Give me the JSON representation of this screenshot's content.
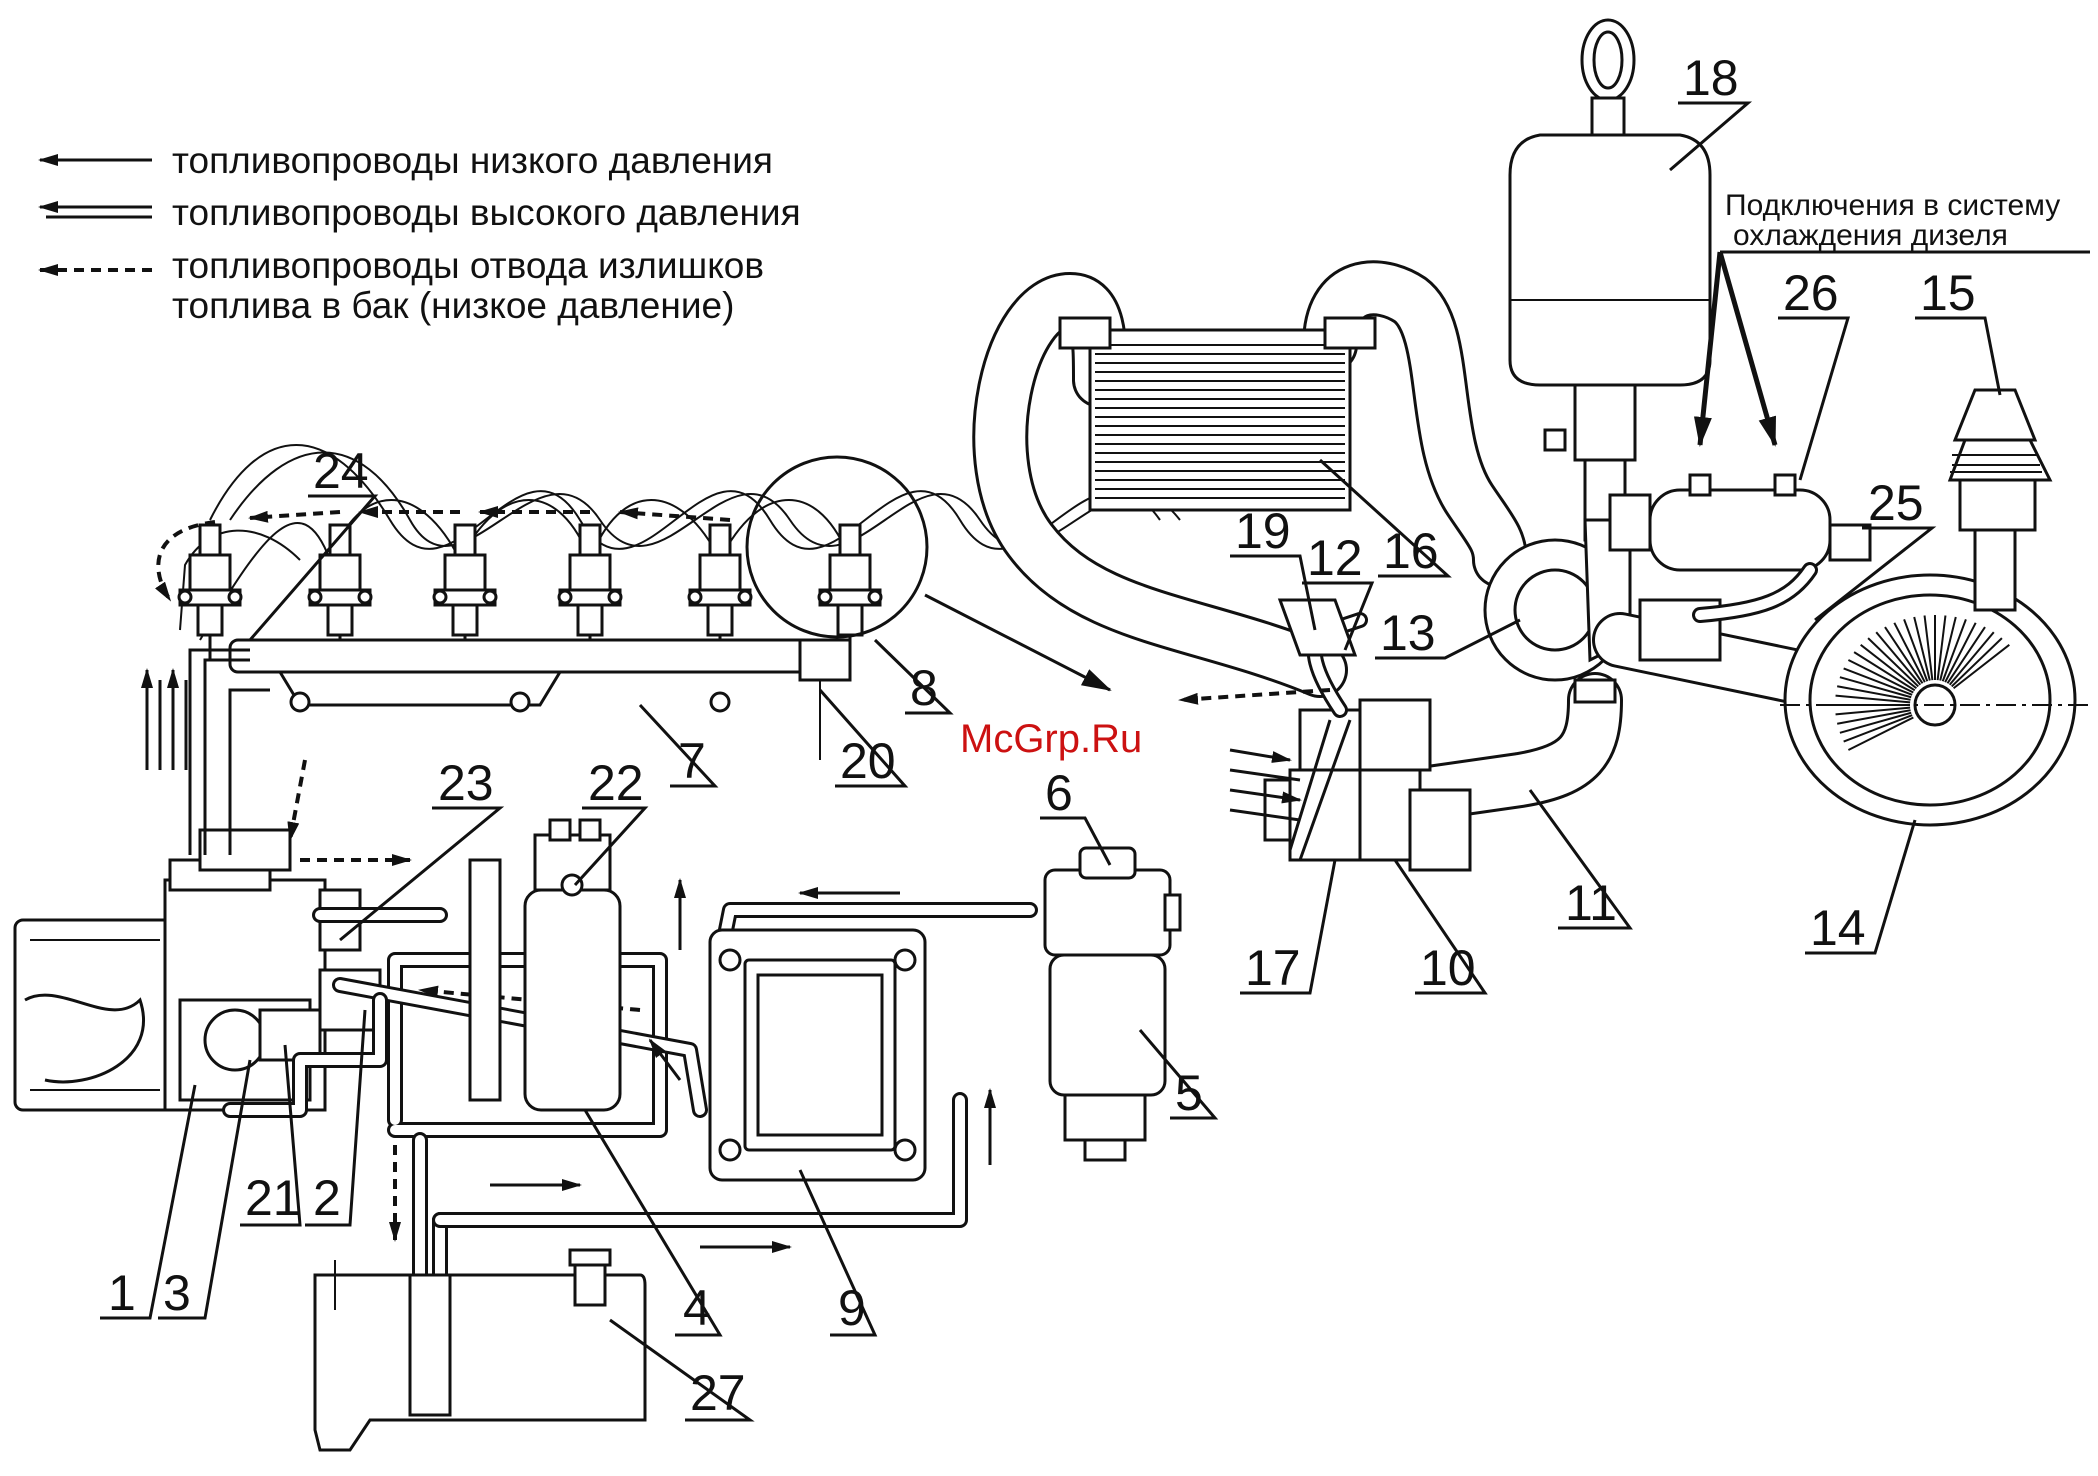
{
  "legend": {
    "low_pressure": "топливопроводы низкого давления",
    "high_pressure": "топливопроводы высокого давления",
    "return_line_1": "топливопроводы отвода излишков",
    "return_line_2": "топлива в бак (низкое давление)"
  },
  "note": {
    "line1": "Подключения в систему",
    "line2": "охлаждения дизеля"
  },
  "watermark": "McGrp.Ru",
  "callouts": {
    "c1": "1",
    "c2": "2",
    "c3": "3",
    "c4": "4",
    "c5": "5",
    "c6": "6",
    "c7": "7",
    "c8": "8",
    "c9": "9",
    "c10": "10",
    "c11": "11",
    "c12": "12",
    "c13": "13",
    "c14": "14",
    "c15": "15",
    "c16": "16",
    "c17": "17",
    "c18": "18",
    "c19": "19",
    "c20": "20",
    "c21": "21",
    "c22": "22",
    "c23": "23",
    "c24": "24",
    "c25": "25",
    "c26": "26",
    "c27": "27"
  },
  "colors": {
    "line": "#111111",
    "watermark": "#cc1111",
    "background": "#ffffff"
  }
}
